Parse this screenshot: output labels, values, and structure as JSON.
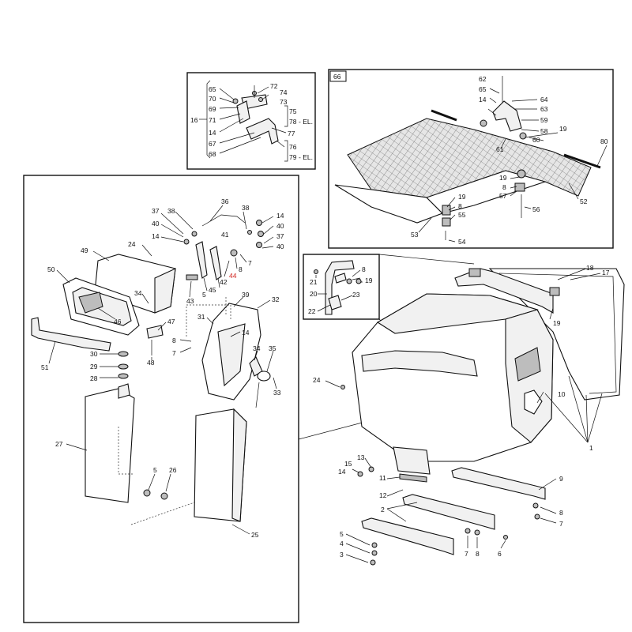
{
  "labels": {
    "n1": "1",
    "n2": "2",
    "n3": "3",
    "n4": "4",
    "n5": "5",
    "n6": "6",
    "n7": "7",
    "n8": "8",
    "n9": "9",
    "n10": "10",
    "n11": "11",
    "n12": "12",
    "n13": "13",
    "n14": "14",
    "n15": "15",
    "n16": "16",
    "n17": "17",
    "n18": "18",
    "n19": "19",
    "n20": "20",
    "n21": "21",
    "n22": "22",
    "n23": "23",
    "n24": "24",
    "n25": "25",
    "n26": "26",
    "n27": "27",
    "n28": "28",
    "n29": "29",
    "n30": "30",
    "n31": "31",
    "n32": "32",
    "n33": "33",
    "n34": "34",
    "n35": "35",
    "n36": "36",
    "n37": "37",
    "n38": "38",
    "n39": "39",
    "n40": "40",
    "n41": "41",
    "n42": "42",
    "n43": "43",
    "n44": "44",
    "n45": "45",
    "n46": "46",
    "n47": "47",
    "n48": "48",
    "n49": "49",
    "n50": "50",
    "n51": "51",
    "n52": "52",
    "n53": "53",
    "n54": "54",
    "n55": "55",
    "n56": "56",
    "n57": "57",
    "n58": "58",
    "n59": "59",
    "n60": "60",
    "n61": "61",
    "n62": "62",
    "n63": "63",
    "n64": "64",
    "n65": "65",
    "n66": "66",
    "n67": "67",
    "n68": "68",
    "n69": "69",
    "n70": "70",
    "n71": "71",
    "n72": "72",
    "n73": "73",
    "n74": "74",
    "n75": "75",
    "n76": "76",
    "n77": "77",
    "n78": "78",
    "n79": "79",
    "n80": "80"
  },
  "suffix": {
    "el": "- EL."
  },
  "colors": {
    "highlight": "#d0231d",
    "ink": "#111111"
  }
}
